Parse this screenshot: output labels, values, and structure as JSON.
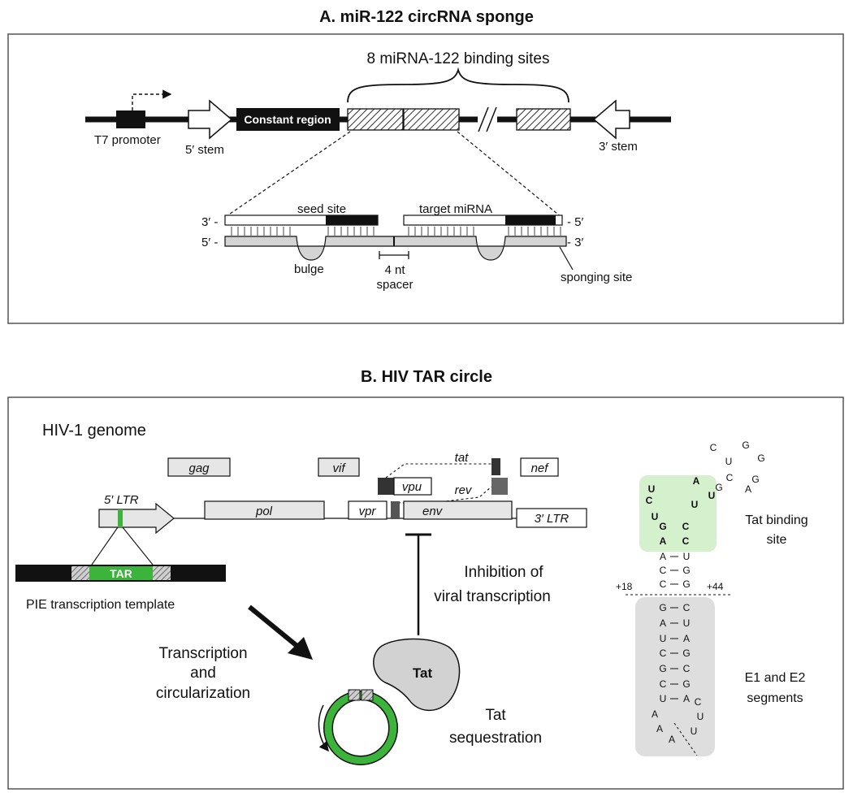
{
  "panel_a": {
    "title": "A. miR-122 circRNA sponge",
    "binding_sites_label": "8 miRNA-122 binding sites",
    "t7_promoter": "T7 promoter",
    "stem5": "5′ stem",
    "constant_region": "Constant region",
    "stem3": "3′ stem",
    "seed_site": "seed site",
    "target_mirna": "target miRNA",
    "end_3_left": "3′ -",
    "end_5_left": "5′ -",
    "end_5_right": "- 5′",
    "end_3_right": "- 3′",
    "bulge": "bulge",
    "spacer_line1": "4 nt",
    "spacer_line2": "spacer",
    "sponging_site": "sponging site"
  },
  "panel_b": {
    "title": "B. HIV TAR circle",
    "genome_label": "HIV-1 genome",
    "genes": {
      "gag": "gag",
      "vif": "vif",
      "tat": "tat",
      "nef": "nef",
      "vpu": "vpu",
      "rev": "rev",
      "ltr5": "5′ LTR",
      "pol": "pol",
      "vpr": "vpr",
      "env": "env",
      "ltr3": "3′ LTR"
    },
    "tar": "TAR",
    "pie_template": "PIE transcription template",
    "transcription_line1": "Transcription",
    "transcription_line2": "and",
    "transcription_line3": "circularization",
    "inhibition_line1": "Inhibition of",
    "inhibition_line2": "viral transcription",
    "tat_protein": "Tat",
    "sequestration_line1": "Tat",
    "sequestration_line2": "sequestration",
    "tat_binding_line1": "Tat binding",
    "tat_binding_line2": "site",
    "segments_line1": "E1 and E2",
    "segments_line2": "segments",
    "pos_left": "+18",
    "pos_right": "+44",
    "loop_nts": [
      "C",
      "U",
      "G",
      "G",
      "G",
      "A",
      "C",
      "G"
    ],
    "bold_nts": [
      "U",
      "C",
      "U",
      "A",
      "U",
      "G",
      "C",
      "A",
      "C",
      "U"
    ],
    "stem_pairs": [
      [
        "A",
        "U"
      ],
      [
        "C",
        "G"
      ],
      [
        "C",
        "G"
      ],
      [
        "G",
        "C"
      ],
      [
        "A",
        "U"
      ],
      [
        "U",
        "A"
      ],
      [
        "C",
        "G"
      ],
      [
        "G",
        "C"
      ],
      [
        "C",
        "G"
      ],
      [
        "U",
        "A"
      ]
    ],
    "tail_nts": [
      "A",
      "A",
      "A",
      "U",
      "U",
      "C"
    ]
  },
  "colors": {
    "green": "#3cb43c",
    "green_light": "#d4f0cc",
    "gray_box": "#dedede",
    "gray_gene": "#e6e6e6",
    "black": "#111111"
  }
}
